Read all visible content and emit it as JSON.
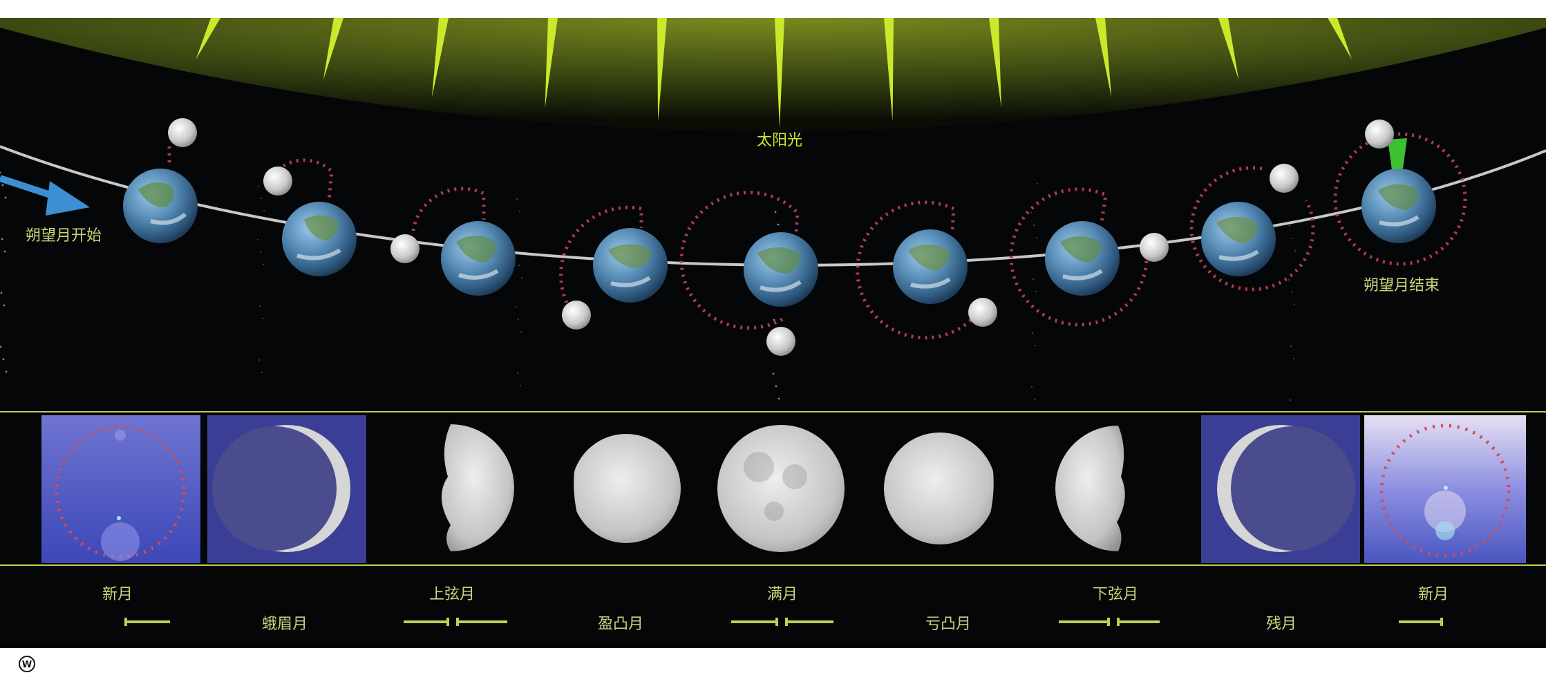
{
  "diagram": {
    "sunlight_label": "太阳光",
    "start_label": "朔望月开始",
    "end_label": "朔望月结束",
    "watermark": "W",
    "phases_top": [
      "新月",
      "上弦月",
      "满月",
      "下弦月",
      "新月"
    ],
    "phases_bottom": [
      "蛾眉月",
      "盈凸月",
      "亏凸月",
      "残月"
    ]
  },
  "colors": {
    "background": "#050608",
    "sunlight": "#cbe82a",
    "label": "#c9d77a",
    "orbit_dots": "#b03a55",
    "arrow": "#3d8fd4",
    "divider": "#bfcf55",
    "panel_blue": "#3a3f95",
    "moon_gray": "#c8c8c8",
    "marker_green": "#3fbf33"
  },
  "icons": [
    "sun-ray-icon",
    "earth-icon",
    "moon-icon",
    "arrow-icon",
    "watermark-icon"
  ]
}
